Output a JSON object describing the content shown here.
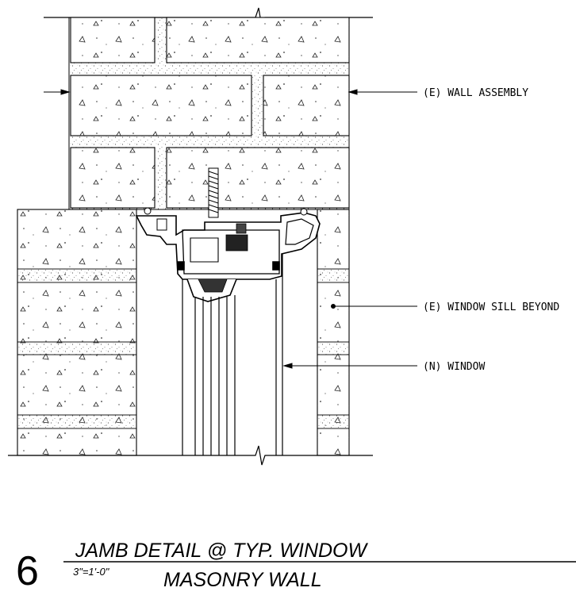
{
  "drawing": {
    "callouts": [
      {
        "key": "wall_assembly",
        "label": "(E) WALL ASSEMBLY"
      },
      {
        "key": "window_sill",
        "label": "(E) WINDOW SILL BEYOND"
      },
      {
        "key": "window",
        "label": "(N) WINDOW"
      }
    ]
  },
  "title_block": {
    "number": "6",
    "title": "JAMB DETAIL @ TYP. WINDOW",
    "scale": "3\"=1'-0\"",
    "subtitle": "MASONRY WALL"
  }
}
